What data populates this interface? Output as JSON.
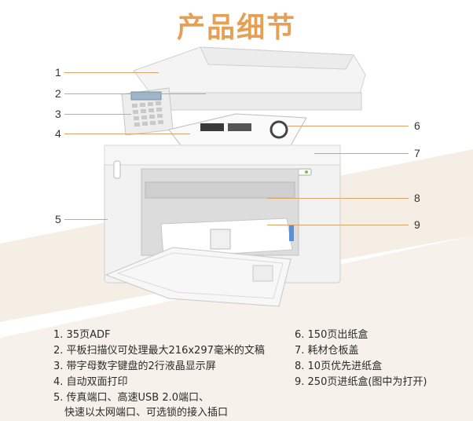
{
  "title": "产品细节",
  "callouts": [
    "1",
    "2",
    "3",
    "4",
    "5",
    "6",
    "7",
    "8",
    "9"
  ],
  "features_left": [
    "1. 35页ADF",
    "2. 平板扫描仪可处理最大216x297毫米的文稿",
    "3. 带字母数字键盘的2行液晶显示屏",
    "4. 自动双面打印",
    "5. 传真端口、高速USB 2.0端口、",
    "快速以太网端口、可选锁的接入插口"
  ],
  "features_right": [
    "6. 150页出纸盒",
    "7. 耗材仓板盖",
    "8. 10页优先进纸盒",
    "9. 250页进纸盒(图中为打开)"
  ],
  "colors": {
    "title": "#e5a055",
    "leader": "#dda267",
    "background_top": "#ffffff",
    "background_band": "#efe0cf"
  }
}
